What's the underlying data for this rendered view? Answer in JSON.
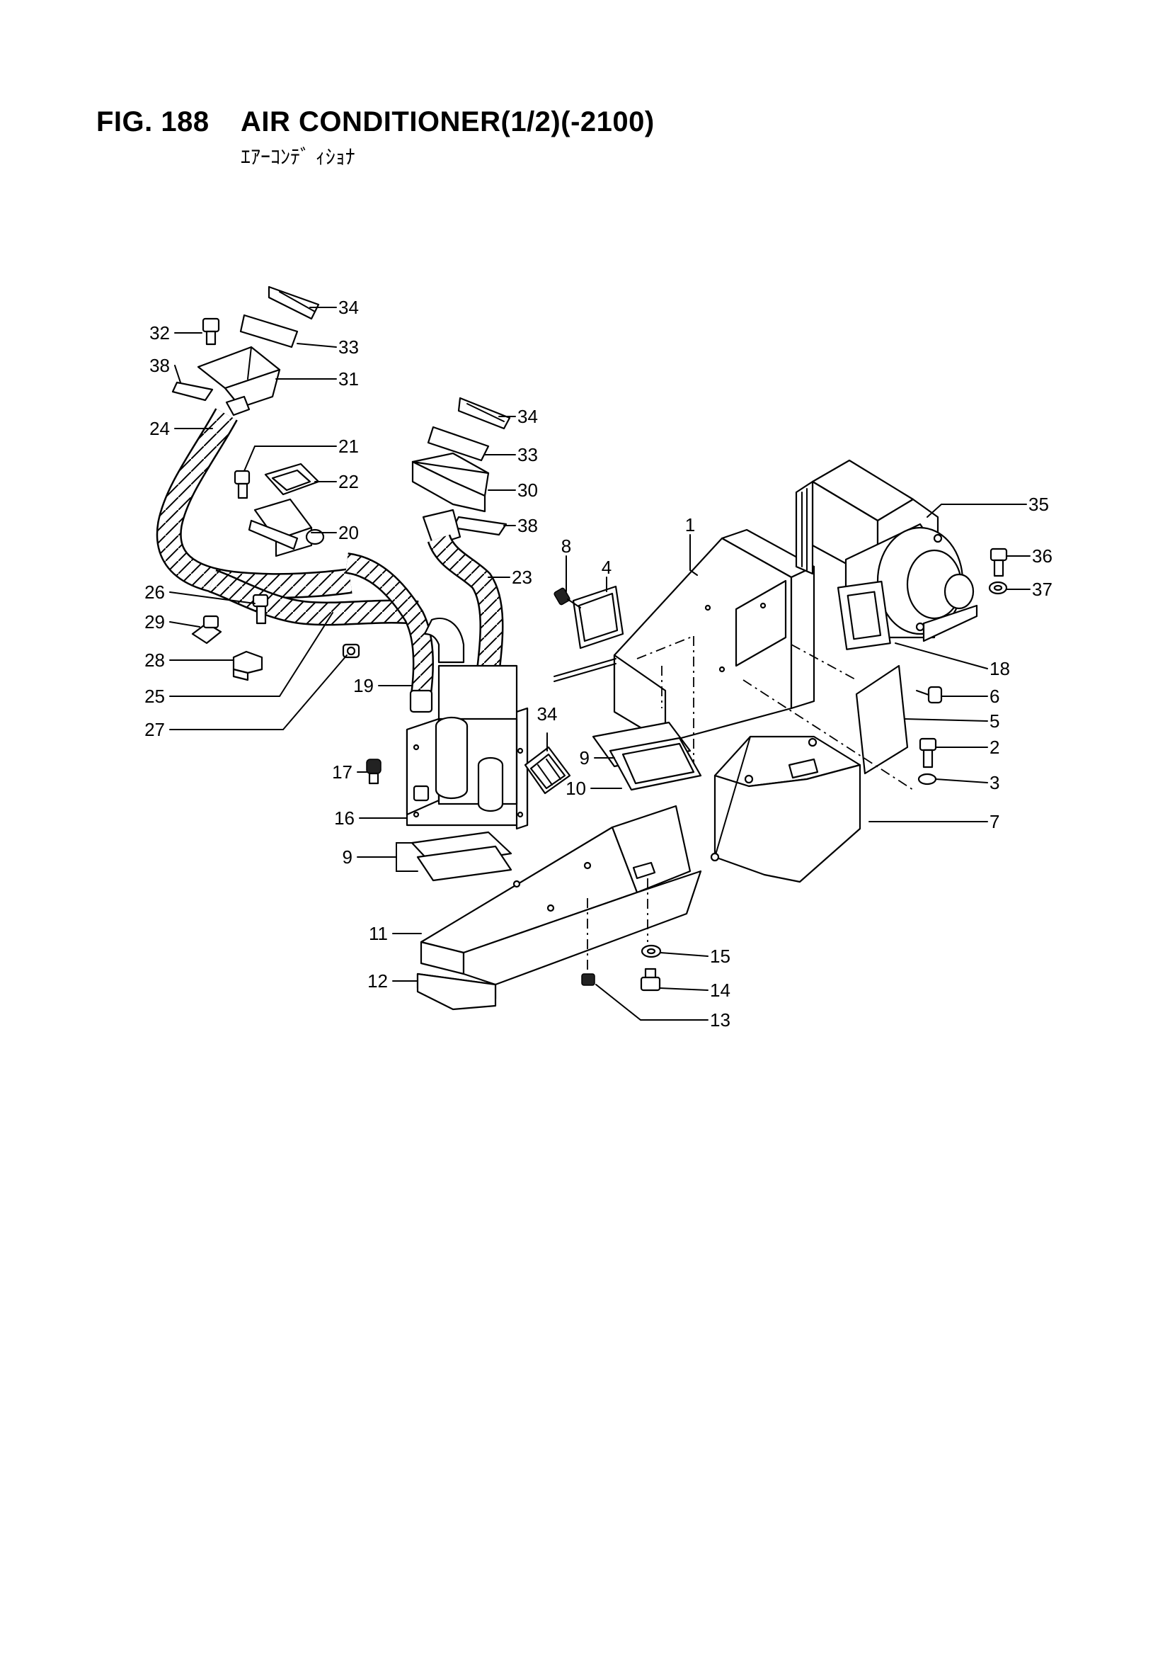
{
  "figure": {
    "number": "FIG. 188",
    "title": "AIR CONDITIONER(1/2)(-2100)",
    "subtitle": "ｴｱｰｺﾝﾃﾞ ｨｼｮﾅ"
  },
  "callouts": [
    {
      "num": "34"
    },
    {
      "num": "32"
    },
    {
      "num": "33"
    },
    {
      "num": "38"
    },
    {
      "num": "31"
    },
    {
      "num": "34"
    },
    {
      "num": "24"
    },
    {
      "num": "21"
    },
    {
      "num": "33"
    },
    {
      "num": "22"
    },
    {
      "num": "30"
    },
    {
      "num": "35"
    },
    {
      "num": "38"
    },
    {
      "num": "1"
    },
    {
      "num": "20"
    },
    {
      "num": "36"
    },
    {
      "num": "8"
    },
    {
      "num": "4"
    },
    {
      "num": "23"
    },
    {
      "num": "37"
    },
    {
      "num": "26"
    },
    {
      "num": "29"
    },
    {
      "num": "28"
    },
    {
      "num": "18"
    },
    {
      "num": "6"
    },
    {
      "num": "25"
    },
    {
      "num": "19"
    },
    {
      "num": "5"
    },
    {
      "num": "27"
    },
    {
      "num": "34"
    },
    {
      "num": "2"
    },
    {
      "num": "9"
    },
    {
      "num": "17"
    },
    {
      "num": "3"
    },
    {
      "num": "10"
    },
    {
      "num": "16"
    },
    {
      "num": "7"
    },
    {
      "num": "9"
    },
    {
      "num": "11"
    },
    {
      "num": "15"
    },
    {
      "num": "12"
    },
    {
      "num": "14"
    },
    {
      "num": "13"
    }
  ]
}
